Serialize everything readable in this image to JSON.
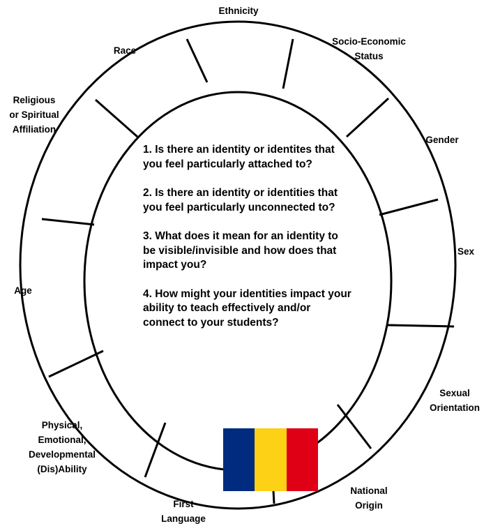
{
  "segments": {
    "ethnicity": [
      "Ethnicity"
    ],
    "socio_economic_status": [
      "Socio-Economic",
      "Status"
    ],
    "gender": [
      "Gender"
    ],
    "sex": [
      "Sex"
    ],
    "sexual_orientation": [
      "Sexual",
      "Orientation"
    ],
    "national_origin": [
      "National",
      "Origin"
    ],
    "first_language": [
      "First",
      "Language"
    ],
    "ability": [
      "Physical,",
      "Emotional,",
      "Developmental",
      "(Dis)Ability"
    ],
    "age": [
      "Age"
    ],
    "religious_affiliation": [
      "Religious",
      "or Spiritual",
      "Affiliation"
    ],
    "race": [
      "Race"
    ]
  },
  "questions": [
    "1. Is there an identity or identites that you feel particularly attached to?",
    "2. Is there an identity or identities that you feel particularly unconnected to?",
    "3. What does it mean for an identity to be visible/invisible and how does that impact you?",
    "4. How might your identities impact your ability to teach effectively and/or connect to your students?"
  ],
  "flag": {
    "colors": [
      "#002B7F",
      "#FCD116",
      "#E00016"
    ]
  }
}
